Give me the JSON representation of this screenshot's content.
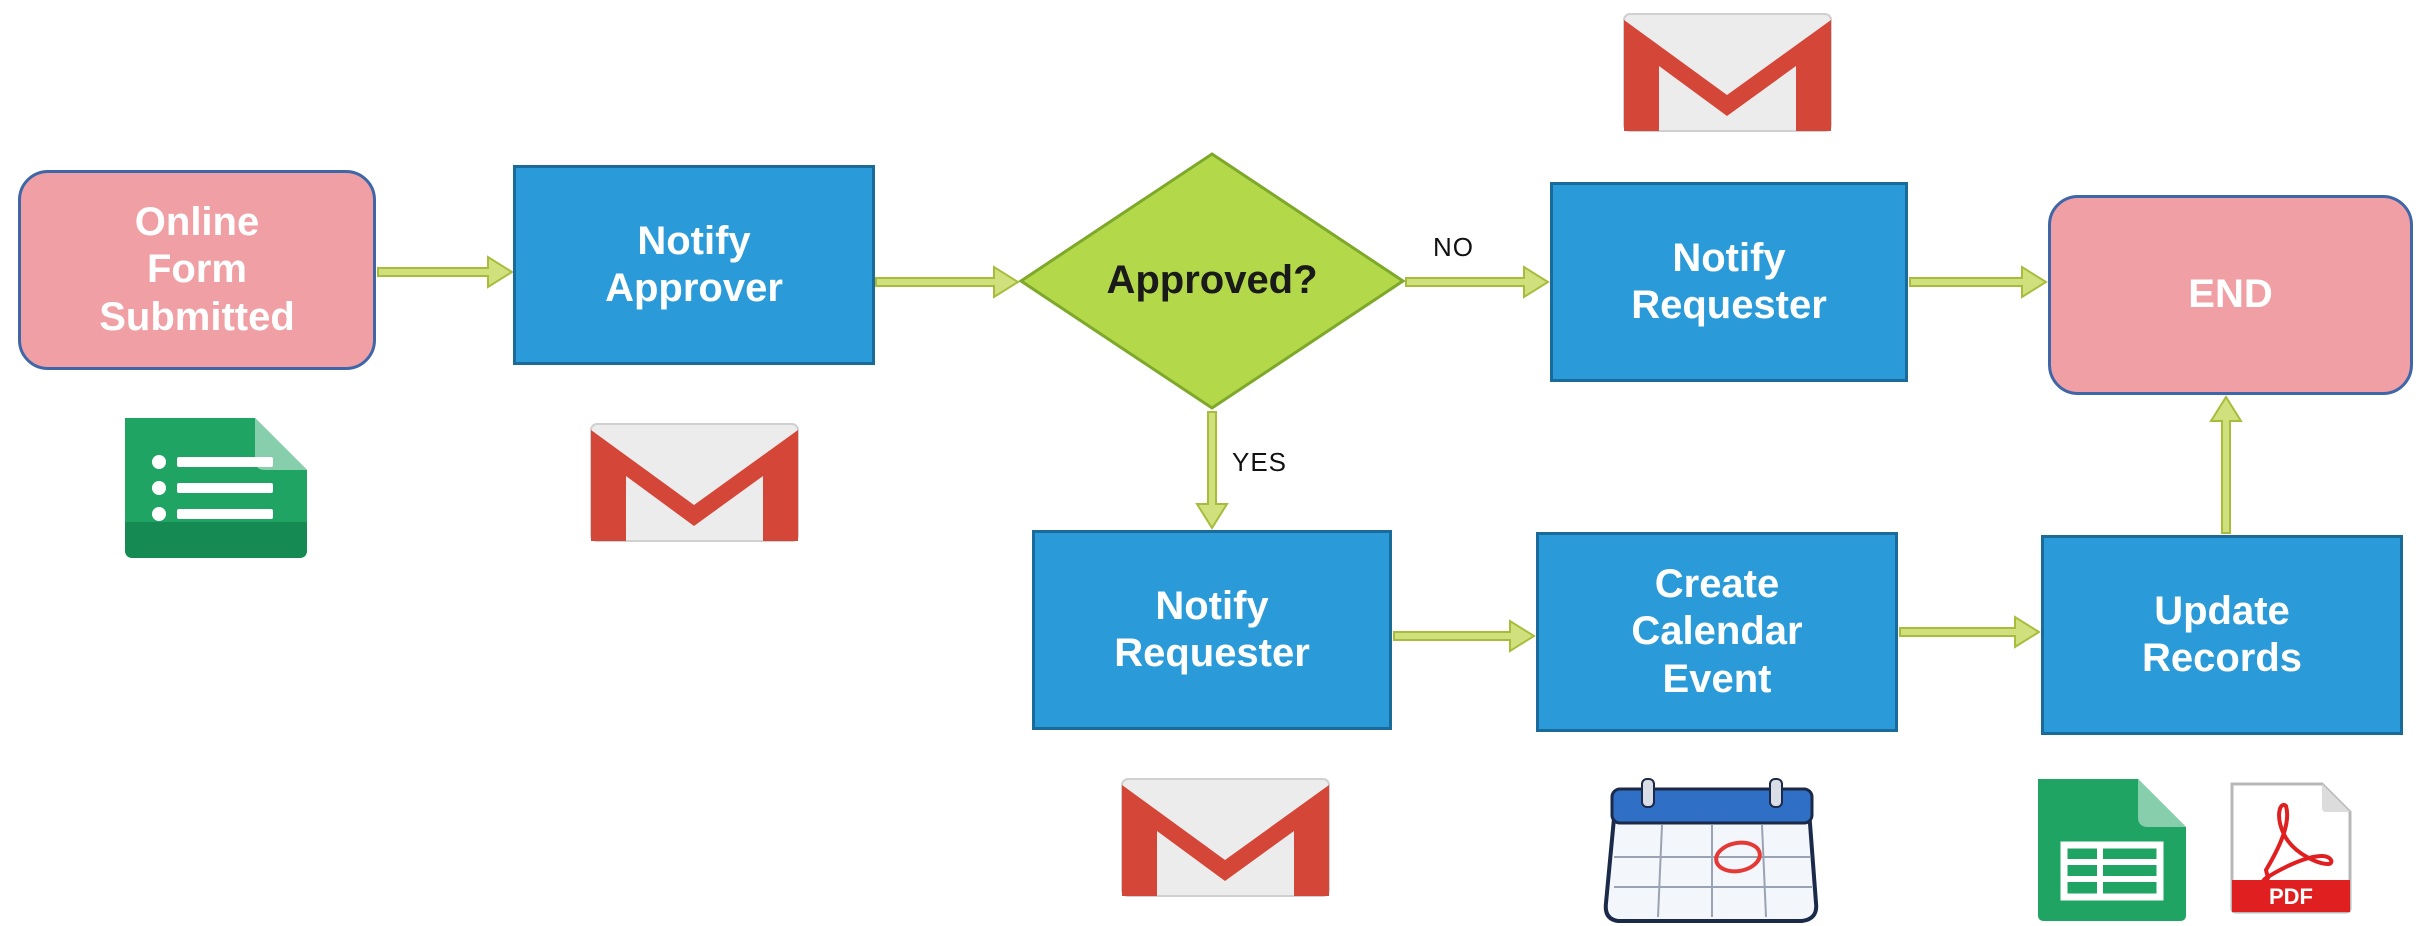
{
  "colors": {
    "terminal_fill": "#f0a0a4",
    "terminal_border": "#3f66a8",
    "process_fill": "#2a9bd8",
    "process_border": "#1a6a9a",
    "decision_fill": "#b3d84a",
    "decision_border": "#7ea82a",
    "connector": "#cfe07d",
    "connector_edge": "#a8bc3c",
    "text_light": "#ffffff",
    "text_dark": "#1a1a1a"
  },
  "nodes": {
    "start": "Online\nForm\nSubmitted",
    "notify_approver": "Notify\nApprover",
    "decision": "Approved?",
    "notify_requester_no": "Notify\nRequester",
    "end": "END",
    "notify_requester_yes": "Notify\nRequester",
    "create_event": "Create\nCalendar\nEvent",
    "update_records": "Update\nRecords"
  },
  "edge_labels": {
    "no": "NO",
    "yes": "YES"
  },
  "icons": {
    "forms": "google-forms-icon",
    "gmail": "gmail-icon",
    "calendar": "calendar-icon",
    "sheets": "google-sheets-icon",
    "pdf": "pdf-icon"
  },
  "pdf_label": "PDF"
}
